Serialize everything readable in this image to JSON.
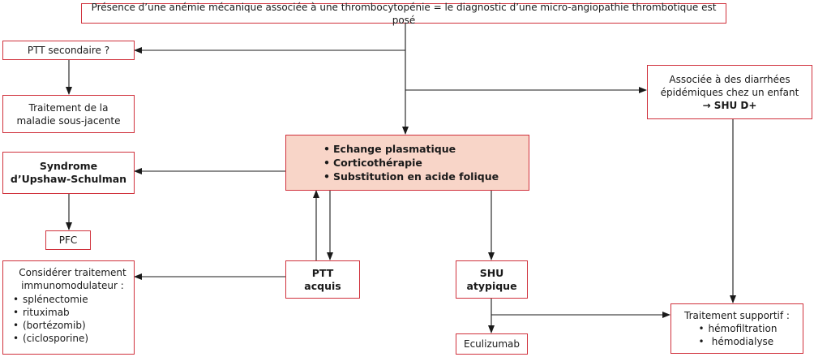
{
  "diagnosis": "Présence d’une anémie mécanique associée à une thrombocytopénie = le diagnostic d’une micro-angiopathie thrombotique est posé",
  "ptt_secondaire": "PTT secondaire ?",
  "traitement_sous_jacente": [
    "Traitement de la",
    "maladie sous-jacente"
  ],
  "shu_d": [
    "Associée à des diarrhées",
    "épidémiques chez un enfant",
    "→ SHU D+"
  ],
  "upshaw": [
    "Syndrome",
    "d’Upshaw-Schulman"
  ],
  "treatment": [
    "Echange plasmatique",
    "Corticothérapie",
    "Substitution en acide folique"
  ],
  "pfc": "PFC",
  "immuno": {
    "title": [
      "Considérer traitement",
      "immunomodulateur :"
    ],
    "items": [
      "splénectomie",
      "rituximab",
      "(bortézomib)",
      "(ciclosporine)"
    ]
  },
  "ptt_acquis": [
    "PTT",
    "acquis"
  ],
  "shu_atypique": [
    "SHU",
    "atypique"
  ],
  "eculizumab": "Eculizumab",
  "supportif": {
    "title": "Traitement supportif :",
    "items": [
      "hémofiltration",
      "hémodialyse"
    ]
  }
}
